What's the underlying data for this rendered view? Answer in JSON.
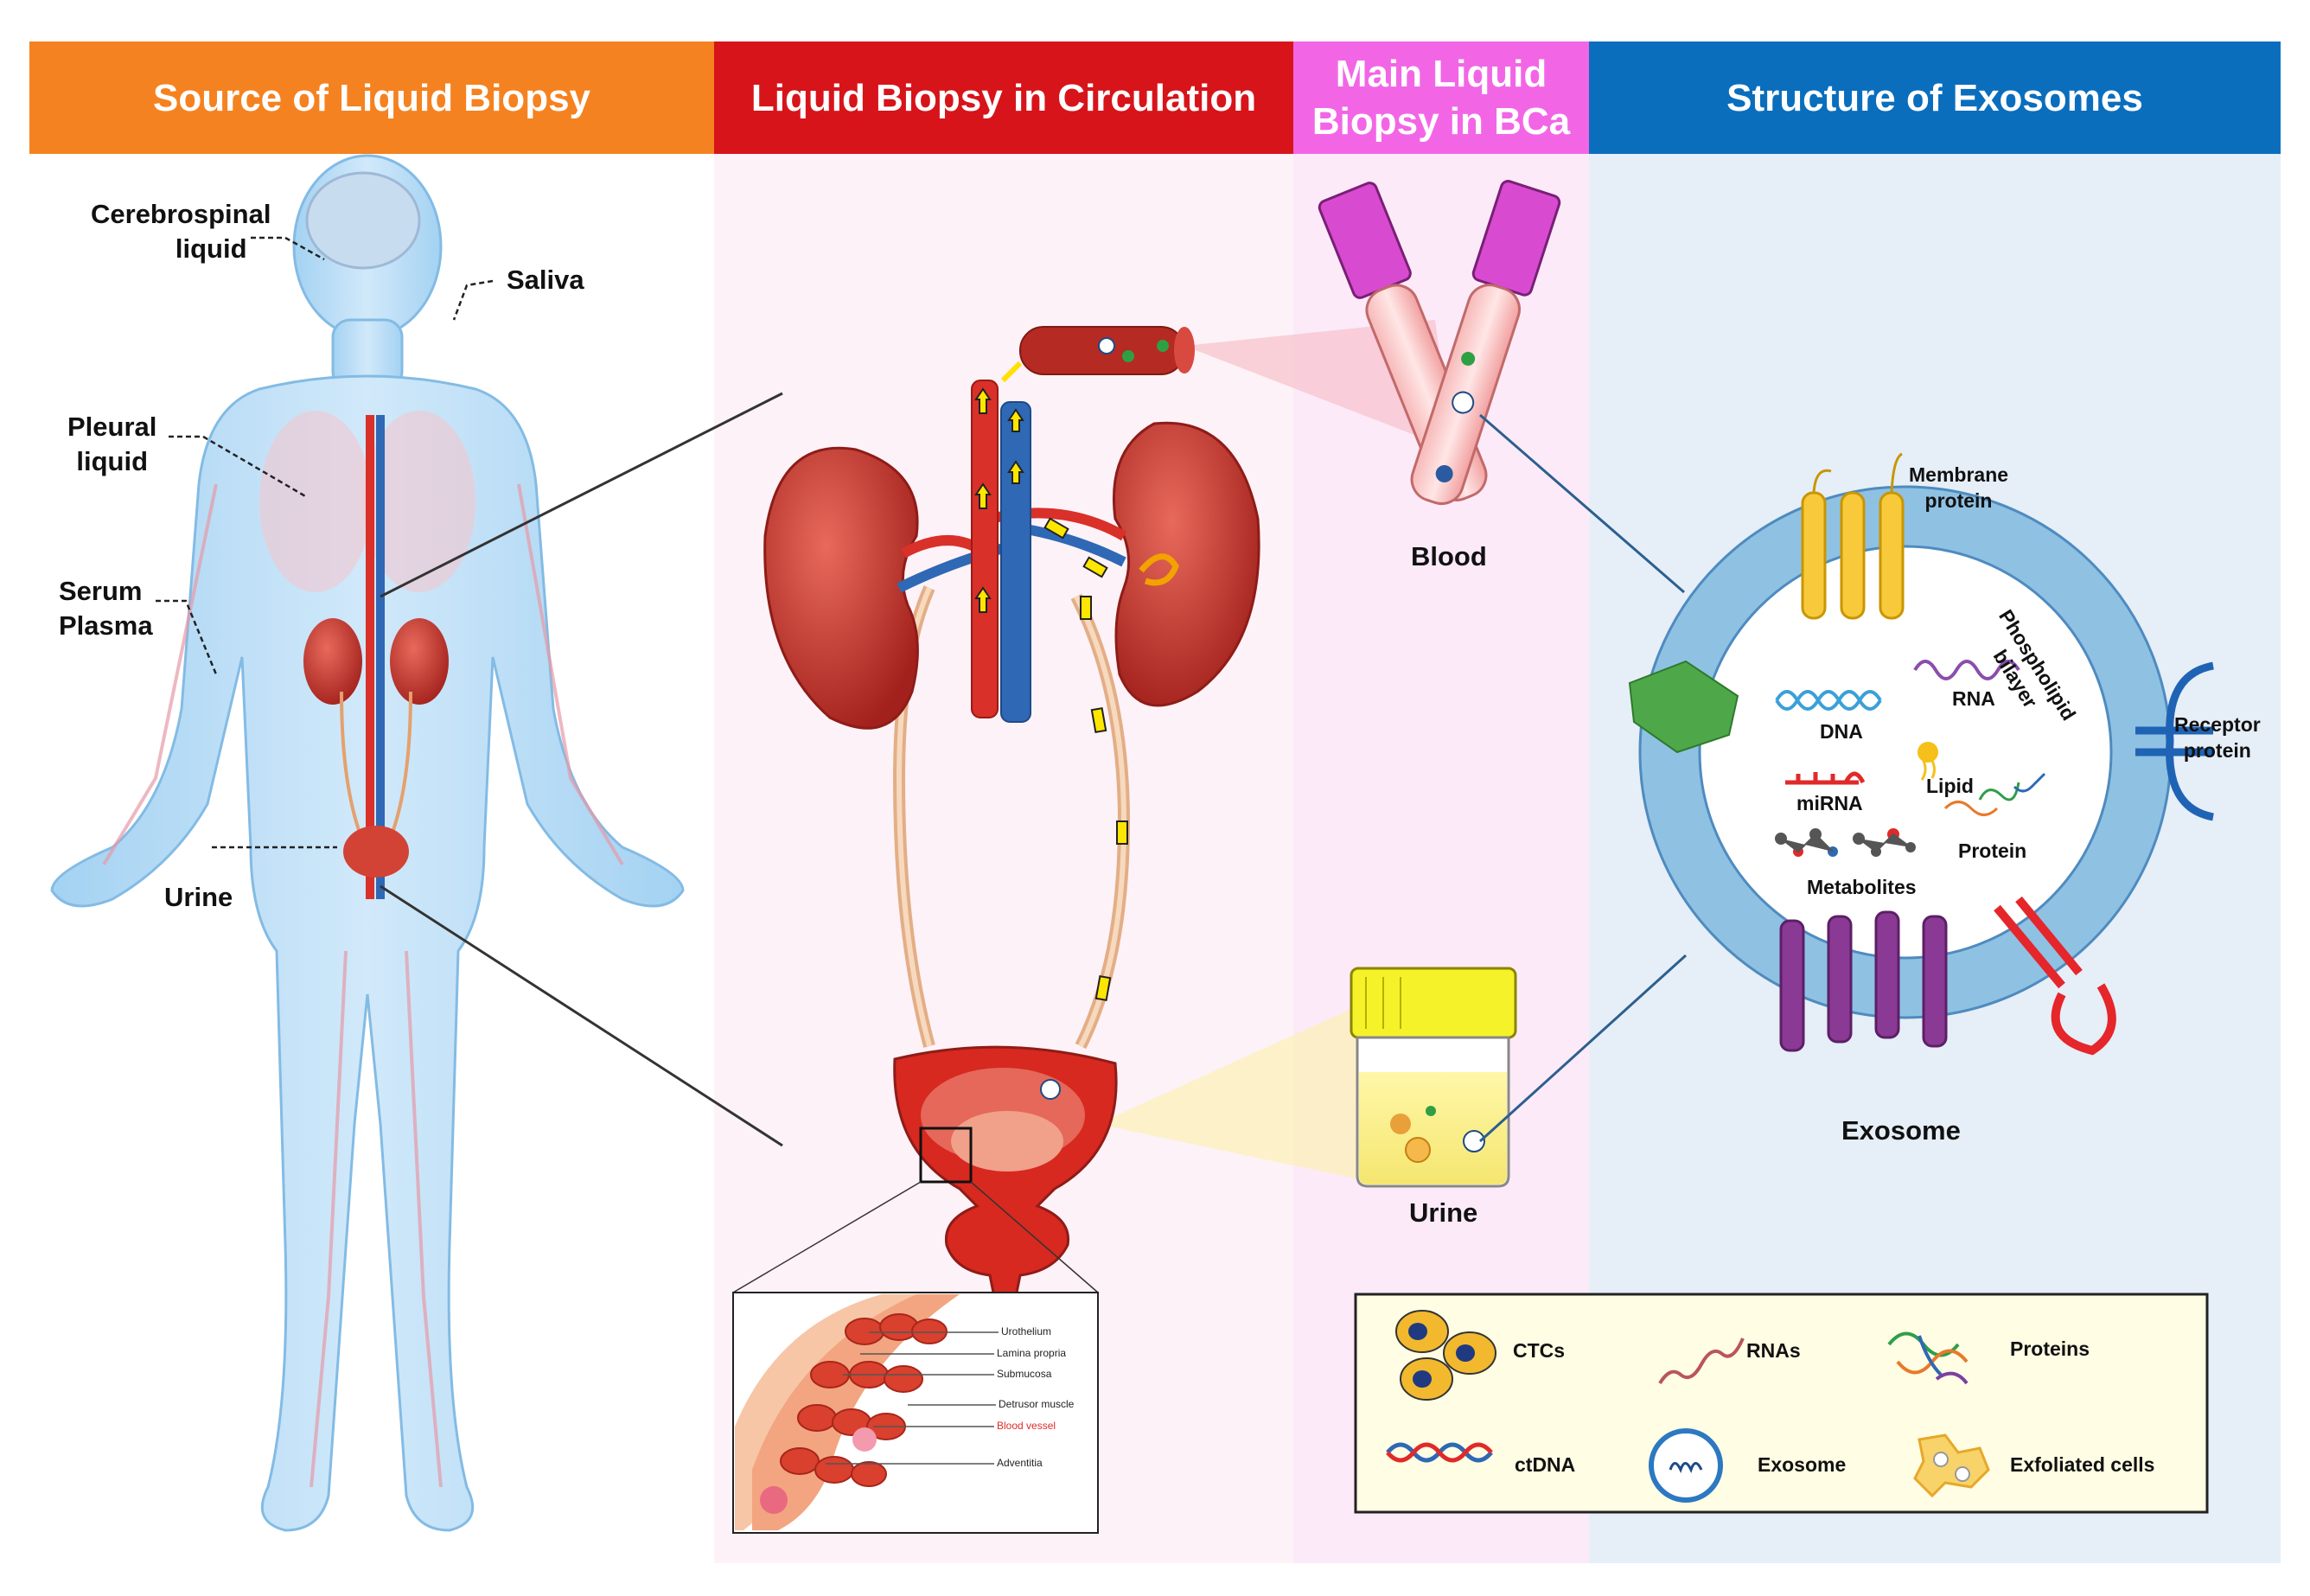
{
  "headers": {
    "source": "Source of Liquid Biopsy",
    "circulation": "Liquid Biopsy in Circulation",
    "main_line1": "Main Liquid",
    "main_line2": "Biopsy in BCa",
    "structure": "Structure of Exosomes"
  },
  "body_labels": {
    "csf_1": "Cerebrospinal",
    "csf_2": "liquid",
    "saliva": "Saliva",
    "pleural_1": "Pleural",
    "pleural_2": "liquid",
    "serum_1": "Serum",
    "serum_2": "Plasma",
    "urine": "Urine"
  },
  "samples": {
    "blood": "Blood",
    "urine": "Urine"
  },
  "exosome": {
    "title": "Exosome",
    "membrane_1": "Membrane",
    "membrane_2": "protein",
    "bilayer_1": "Phospholipid",
    "bilayer_2": "bilayer",
    "receptor_1": "Receptor",
    "receptor_2": "protein",
    "dna": "DNA",
    "rna": "RNA",
    "mirna": "miRNA",
    "lipid": "Lipid",
    "protein": "Protein",
    "metabolites": "Metabolites"
  },
  "bladder_layers": {
    "urothelium": "Urothelium",
    "lamina": "Lamina propria",
    "submucosa": "Submucosa",
    "detrusor": "Detrusor muscle",
    "vessel": "Blood vessel",
    "adventitia": "Adventitia"
  },
  "legend": {
    "ctcs": "CTCs",
    "rnas": "RNAs",
    "proteins": "Proteins",
    "ctdna": "ctDNA",
    "exosome": "Exosome",
    "exfoliated": "Exfoliated cells"
  },
  "colors": {
    "source_header": "#F58220",
    "circulation_header": "#D7141A",
    "main_header": "#F266E6",
    "structure_header": "#0A6EBD",
    "artery": "#D9302A",
    "vein": "#2F68B4",
    "kidney": "#B5302C",
    "exosome_ring": "#8FC1E3"
  }
}
